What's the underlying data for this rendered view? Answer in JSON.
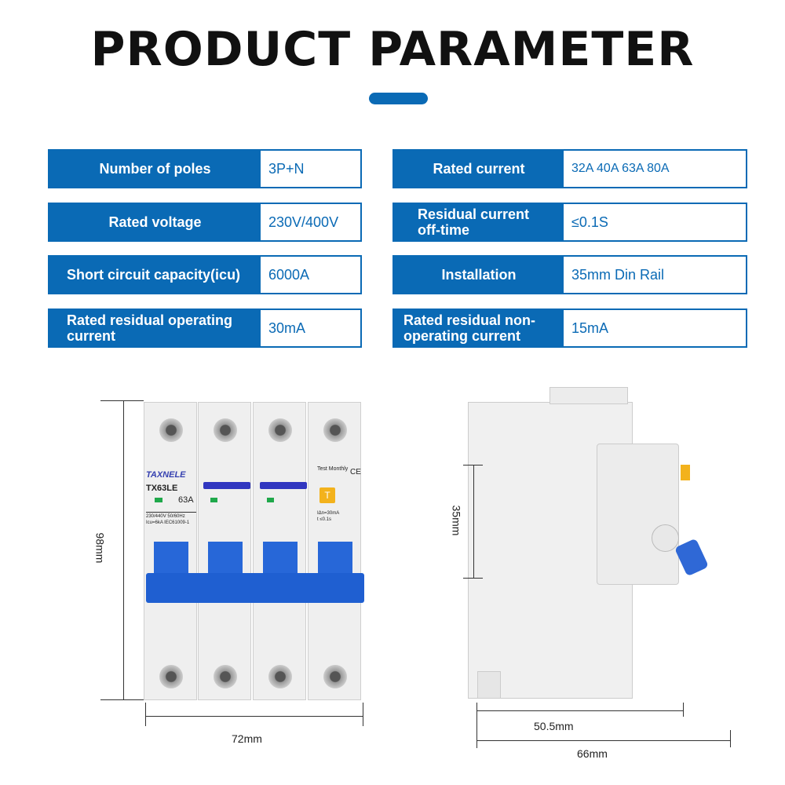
{
  "title": "PRODUCT PARAMETER",
  "accent": "#0a6ab5",
  "params_left": [
    {
      "label": "Number of poles",
      "value": "3P+N"
    },
    {
      "label": "Rated voltage",
      "value": "230V/400V"
    },
    {
      "label": "Short circuit capacity(icu)",
      "value": "6000A"
    },
    {
      "label": "Rated residual  operating current",
      "value": "30mA"
    }
  ],
  "params_right": [
    {
      "label": "Rated current",
      "value": "32A 40A 63A 80A"
    },
    {
      "label": "Residual current off-time",
      "value": "≤0.1S"
    },
    {
      "label": "Installation",
      "value": "35mm Din Rail"
    },
    {
      "label": "Rated residual non-operating current",
      "value": "15mA"
    }
  ],
  "breaker": {
    "brand": "TAXNELE",
    "model": "TX63LE",
    "rating": "63A",
    "spec1": "230/440V  50/60Hz",
    "spec2": "Icu=6kA IEC61009-1",
    "test": "Test Monthly",
    "ce": "CE",
    "test_button": "T",
    "residual1": "IΔn=30mA",
    "residual2": "t ≤0.1s"
  },
  "dimensions": {
    "height": "98mm",
    "width": "72mm",
    "rail": "35mm",
    "depth_inner": "50.5mm",
    "depth": "66mm"
  }
}
